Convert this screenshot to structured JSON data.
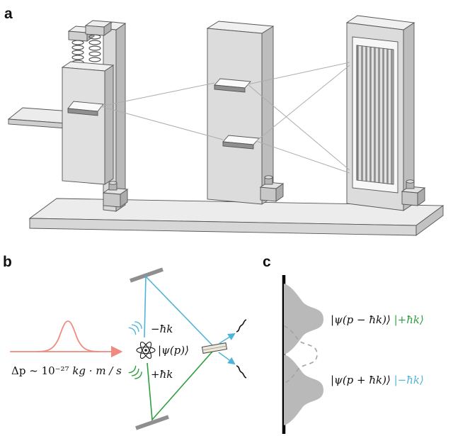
{
  "panel_a": {
    "label": "a"
  },
  "panel_b": {
    "label": "b",
    "impulse_value": "Δp ~ 10⁻²⁷ ",
    "impulse_units": "kg · m / s",
    "atom_state": "|ψ(p)⟩",
    "upper_photon_recoil": "−ħk",
    "lower_photon_recoil": "+ħk"
  },
  "panel_c": {
    "label": "c",
    "upper_state": "|ψ(p − ħk)⟩ ",
    "upper_photon": "|+ħk⟩",
    "lower_state": "|ψ(p + ħk)⟩ ",
    "lower_photon": "|−ħk⟩"
  },
  "icons": {
    "atom": "orbital-ellipses-with-nucleus",
    "mirror": "thick-gray-bar",
    "beamsplitter": "thin-tilted-plate",
    "detector": "black-squiggle",
    "photon_recoil": "triple-wave-arcs",
    "spring": "coil",
    "interference": "vertical-fringe-stripes"
  },
  "colors": {
    "blue": "#4fb5d8",
    "green": "#2e9e3e",
    "red": "#ee8a80",
    "mirror_gray": "#8f8f8f",
    "distribution_gray": "#b9b9b9",
    "dashed_gray": "#a3a3a3"
  }
}
